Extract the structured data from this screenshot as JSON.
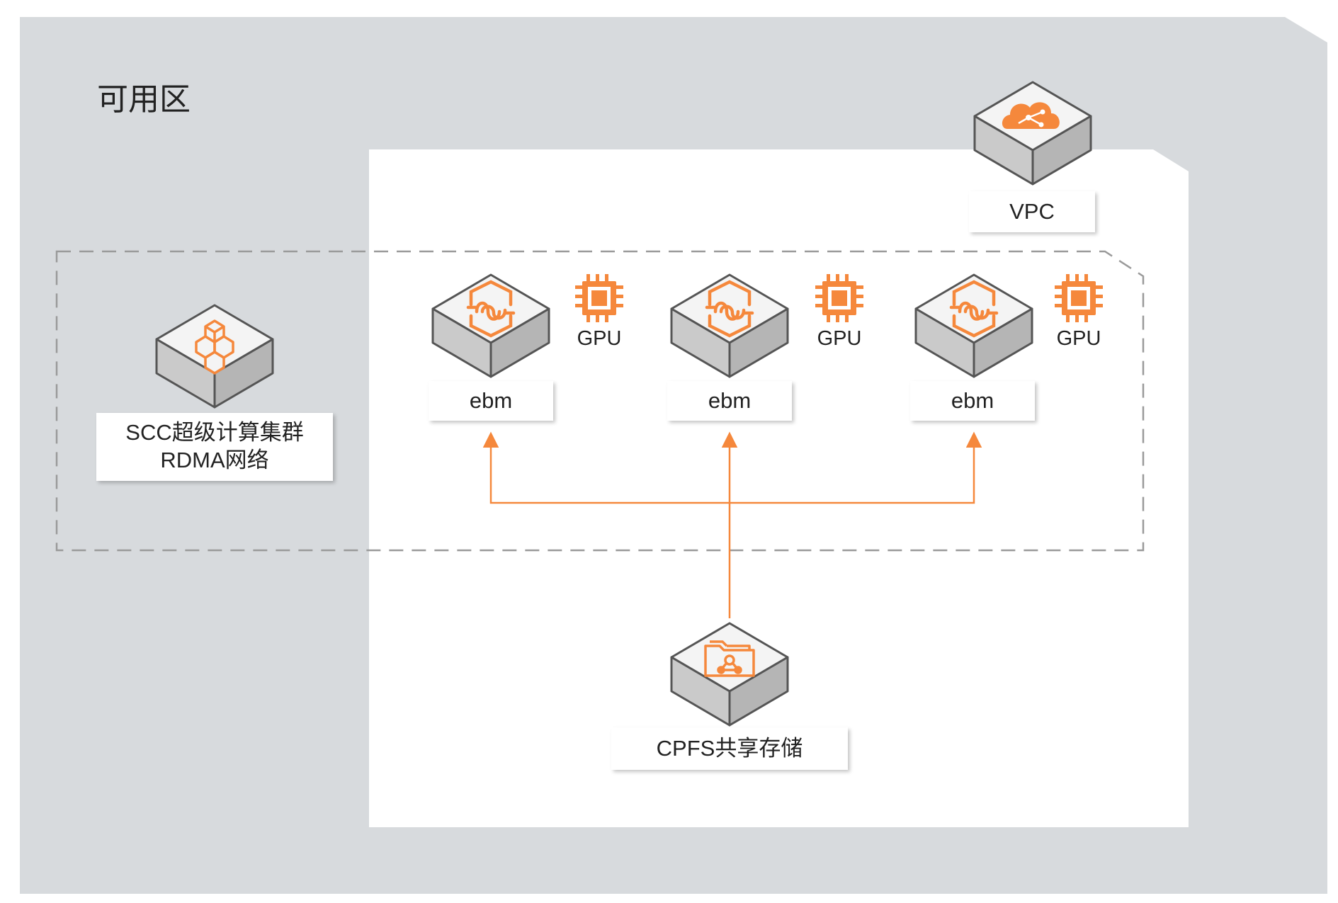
{
  "zone": {
    "title": "可用区"
  },
  "vpc": {
    "label": "VPC"
  },
  "scc": {
    "line1": "SCC超级计算集群",
    "line2": "RDMA网络"
  },
  "nodes": [
    {
      "label": "ebm",
      "gpu_label": "GPU"
    },
    {
      "label": "ebm",
      "gpu_label": "GPU"
    },
    {
      "label": "ebm",
      "gpu_label": "GPU"
    }
  ],
  "storage": {
    "label": "CPFS共享存储"
  },
  "colors": {
    "zone_bg": "#d7dadd",
    "vpc_bg": "#ffffff",
    "accent": "#f5883c",
    "dashed_border": "#9a9a9a",
    "cube_top": "#f4f4f4",
    "cube_side_left": "#c7c7c7",
    "cube_side_right": "#b3b3b3",
    "cube_edge": "#555555"
  },
  "icons": {
    "vpc": "cloud-network-icon",
    "scc": "cluster-cubes-icon",
    "ebm": "bare-metal-link-icon",
    "gpu": "gpu-chip-icon",
    "storage": "shared-folder-icon"
  }
}
